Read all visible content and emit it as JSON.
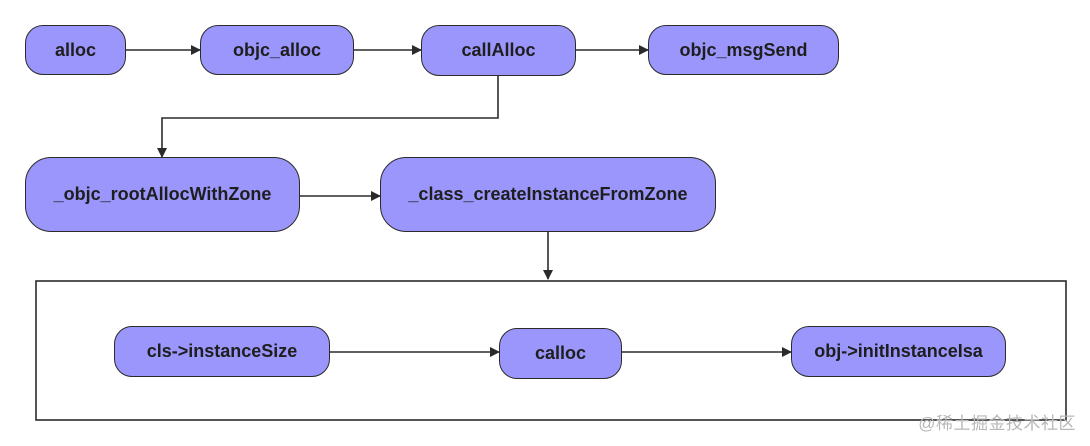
{
  "nodes": {
    "alloc": "alloc",
    "objc_alloc": "objc_alloc",
    "callAlloc": "callAlloc",
    "objc_msgSend": "objc_msgSend",
    "rootAllocWithZone": "_objc_rootAllocWithZone",
    "createInstanceFromZone": "_class_createInstanceFromZone",
    "instanceSize": "cls->instanceSize",
    "calloc": "calloc",
    "initInstanceIsa": "obj->initInstanceIsa"
  },
  "watermark": "@稀土掘金技术社区",
  "colors": {
    "node_fill": "#9a96fb",
    "stroke": "#2b2b2b"
  }
}
